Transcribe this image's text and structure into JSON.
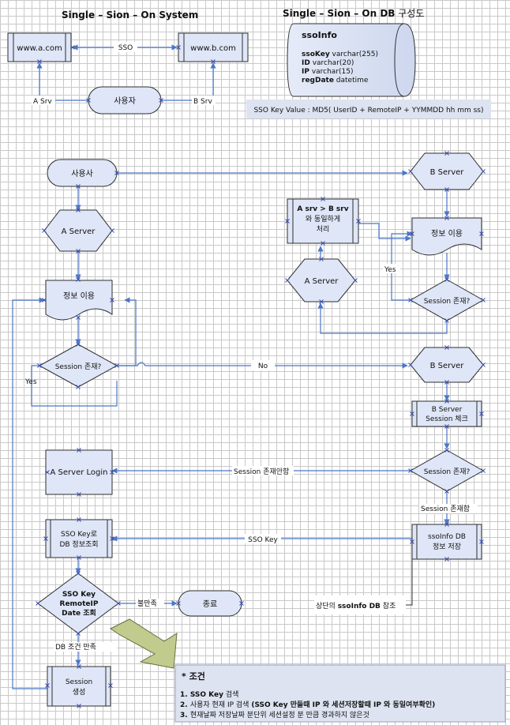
{
  "header": {
    "title_left": "Single – Sion – On System",
    "title_right_bold": "Single – Sion – On DB",
    "title_right_suffix": " 구성도"
  },
  "top_diagram": {
    "site_a": "www.a.com",
    "site_b": "www.b.com",
    "sso_label": "SSO",
    "user": "사용자",
    "a_srv": "A Srv",
    "b_srv": "B Srv"
  },
  "db_table": {
    "name": "ssoInfo",
    "fields": [
      {
        "name": "ssoKey",
        "type": " varchar(255)"
      },
      {
        "name": "ID",
        "type": " varchar(20)"
      },
      {
        "name": "IP",
        "type": " varchar(15)"
      },
      {
        "name": "regDate",
        "type": " datetime"
      }
    ]
  },
  "sso_key_value": "SSO Key Value : MD5( UserID + RemoteIP + YYMMDD hh mm ss)",
  "flow": {
    "user": "사용사",
    "a_server_1": "A Server",
    "info_use_left": "정보 이용",
    "session_check_left": "Session 존재?",
    "yes_left": "Yes",
    "no_label": "No",
    "a_server_login": "A Server Login",
    "sso_key_query_line1": "SSO Key로",
    "sso_key_query_line2": "DB 정보조회",
    "cond_line1": "SSO Key",
    "cond_line2": "RemoteIP",
    "cond_line3": "Date 조회",
    "unsatisfied": "불만족",
    "end": "종료",
    "db_satisfied": "DB 조건 만족",
    "session_create_line1": "Session",
    "session_create_line2": "생성",
    "b_server_top": "B Server",
    "a_to_b_line1": "A srv > B srv",
    "a_to_b_line2": "와 동일하게",
    "a_to_b_line3": "처리",
    "info_use_right": "정보 이용",
    "a_server_2": "A Server",
    "yes_right": "Yes",
    "session_check_right_top": "Session 존재?",
    "b_server_mid": "B Server",
    "b_session_check_line1": "B Server",
    "b_session_check_line2": "Session 체크",
    "session_check_right_bottom": "Session 존재?",
    "session_not_exist": "Session 존재안함",
    "session_exist": "Session 존재함",
    "ssoinfo_save_line1": "ssoInfo DB",
    "ssoinfo_save_line2": "정보 저장",
    "sso_key_label": "SSO Key",
    "ref_prefix": "상단의 ",
    "ref_bold": "ssoInfo DB",
    "ref_suffix": " 참조"
  },
  "conditions": {
    "header": "* 조건",
    "items": [
      {
        "num": "1. ",
        "bold": "SSO Key",
        "rest": " 검색"
      },
      {
        "num": "2. ",
        "plain": "사용자 현재 IP 검색 ",
        "bold": "(SSO Key 만들때 IP 와 세션저장할때 IP 와 동일여부확인)"
      },
      {
        "num": "3. ",
        "plain": "현재날짜 저장날짜 분단위  세션설정 분 만큼 경과하지 않은것"
      }
    ]
  },
  "colors": {
    "shape_fill": "#dfe6f7",
    "shape_stroke": "#2e2e2e",
    "connector": "#4a78c8",
    "note_fill": "#dde3f0",
    "callout_fill": "#c2cb8e"
  }
}
